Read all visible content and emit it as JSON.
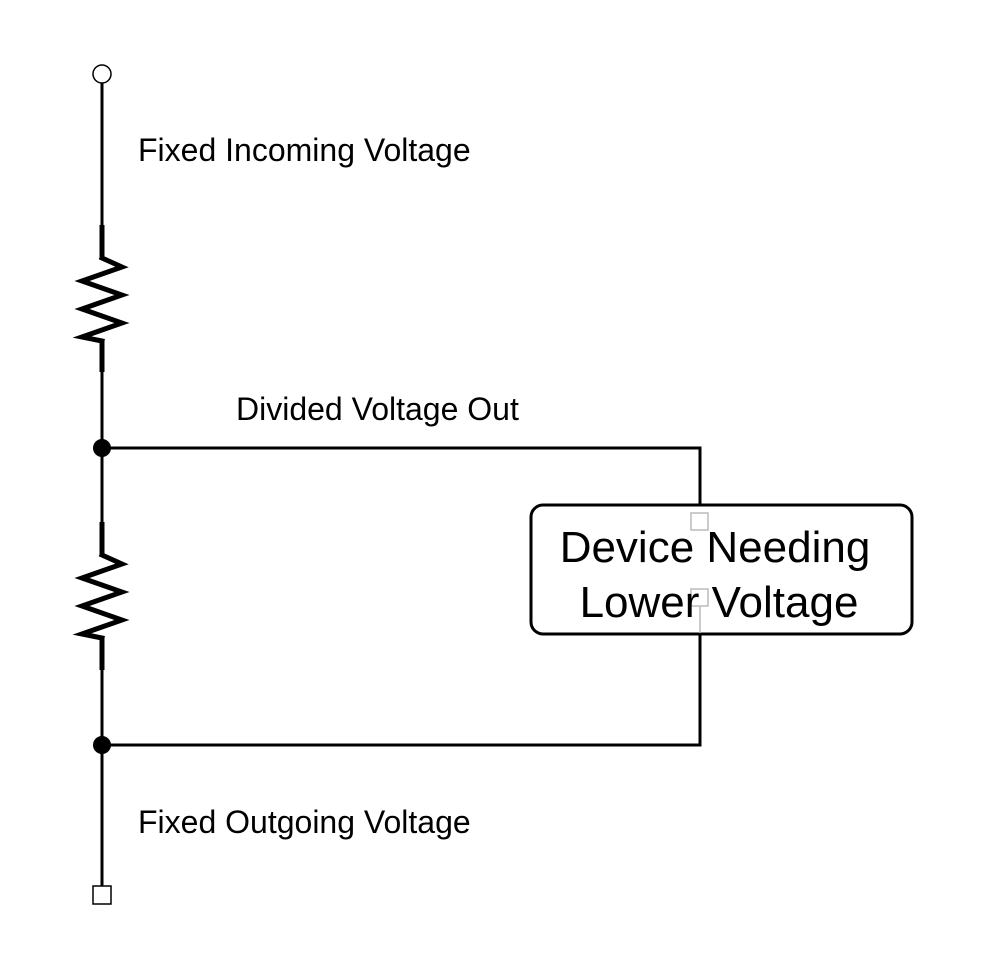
{
  "labels": {
    "incoming": "Fixed Incoming Voltage",
    "divided": "Divided Voltage Out",
    "outgoing": "Fixed Outgoing Voltage"
  },
  "device": {
    "line1": "Device Needing",
    "line2": "Lower Voltage"
  }
}
